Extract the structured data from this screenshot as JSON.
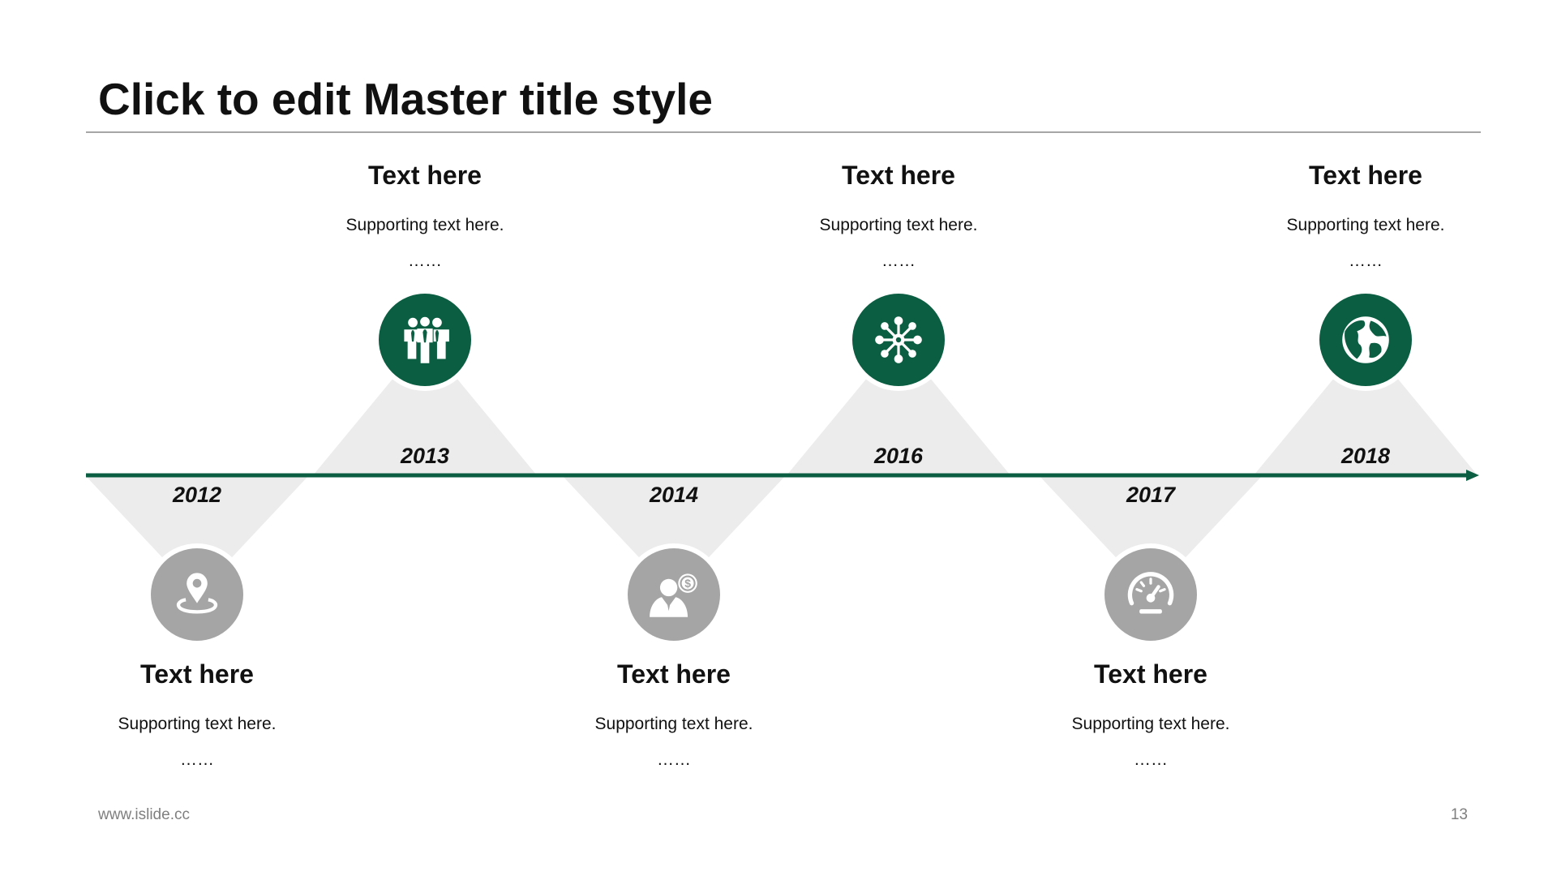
{
  "title": "Click to edit Master title style",
  "footer": {
    "url": "www.islide.cc",
    "page_number": "13"
  },
  "colors": {
    "accent": "#0b5e42",
    "muted": "#a5a5a5",
    "triangle": "#ececec"
  },
  "milestones": [
    {
      "year": "2012",
      "heading": "Text here",
      "support": "Supporting text here.",
      "dots": "……",
      "icon": "location-pin-icon",
      "side": "below"
    },
    {
      "year": "2013",
      "heading": "Text here",
      "support": "Supporting text here.",
      "dots": "……",
      "icon": "team-icon",
      "side": "above"
    },
    {
      "year": "2014",
      "heading": "Text here",
      "support": "Supporting text here.",
      "dots": "……",
      "icon": "businessman-dollar-icon",
      "side": "below"
    },
    {
      "year": "2016",
      "heading": "Text here",
      "support": "Supporting text here.",
      "dots": "……",
      "icon": "network-hub-icon",
      "side": "above"
    },
    {
      "year": "2017",
      "heading": "Text here",
      "support": "Supporting text here.",
      "dots": "……",
      "icon": "speedometer-icon",
      "side": "below"
    },
    {
      "year": "2018",
      "heading": "Text here",
      "support": "Supporting text here.",
      "dots": "……",
      "icon": "globe-icon",
      "side": "above"
    }
  ]
}
